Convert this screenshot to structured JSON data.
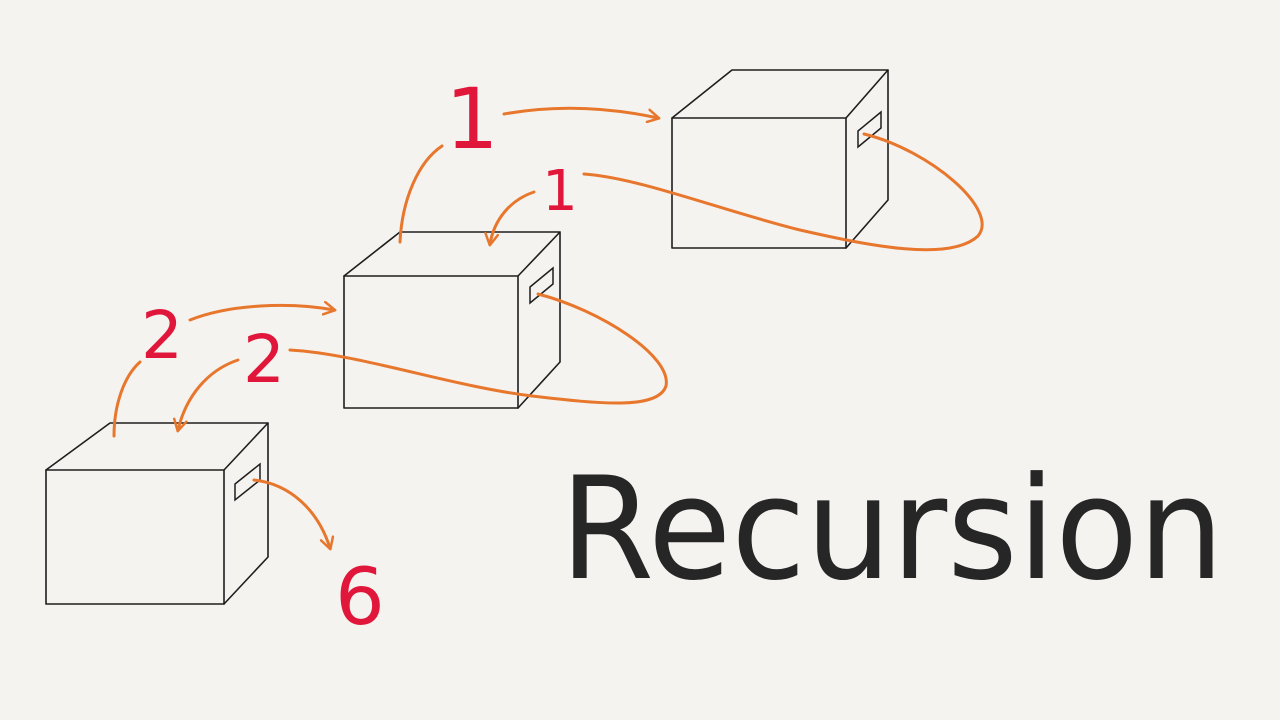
{
  "title": "Recursion",
  "colors": {
    "background": "#f5f3f0",
    "ink": "#1e1e1e",
    "arrow": "#e8772e",
    "numbers": "#e0173a",
    "title": "#262626"
  },
  "boxes": [
    {
      "name": "box-top",
      "handle": true
    },
    {
      "name": "box-middle",
      "handle": true
    },
    {
      "name": "box-bottom",
      "handle": true
    }
  ],
  "labels": {
    "call_1": "1",
    "return_1": "1",
    "call_2": "2",
    "return_2": "2",
    "result": "6"
  }
}
